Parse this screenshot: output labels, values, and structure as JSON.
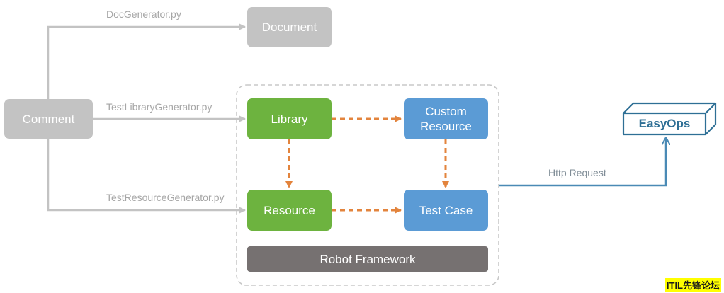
{
  "nodes": {
    "comment": "Comment",
    "document": "Document",
    "library": "Library",
    "custom_resource": "Custom\nResource",
    "resource": "Resource",
    "test_case": "Test Case",
    "robot_framework": "Robot Framework",
    "easyops": "EasyOps"
  },
  "edges": {
    "doc_generator": "DocGenerator.py",
    "test_library_generator": "TestLibraryGenerator.py",
    "test_resource_generator": "TestResourceGenerator.py",
    "http_request": "Http Request"
  },
  "watermark": "ITIL先锋论坛",
  "colors": {
    "gray": "#c3c3c3",
    "green": "#6db33f",
    "blue": "#5b9bd5",
    "dark": "#767171",
    "orange": "#e3843d",
    "easyops_blue": "#2e6f95"
  }
}
